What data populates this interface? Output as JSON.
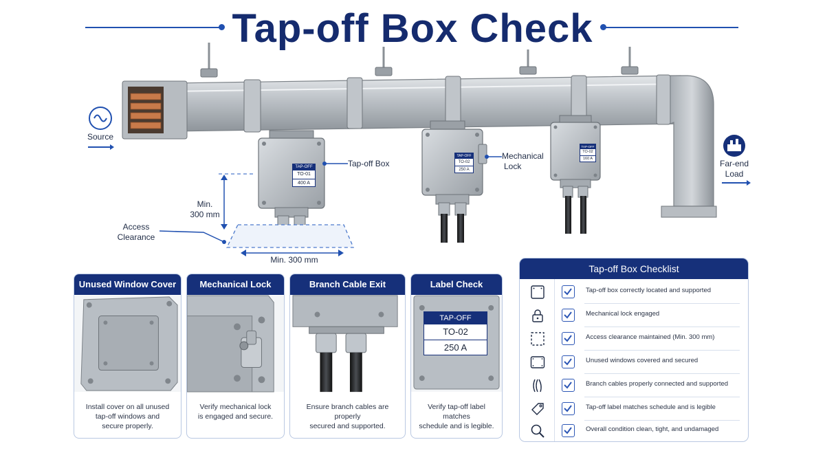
{
  "title": "Tap-off Box Check",
  "colors": {
    "navy": "#16307a",
    "accent": "#2050b0",
    "steel": "#aeb4bb",
    "copper": "#c87a4a"
  },
  "labels": {
    "source": "Source",
    "far_end": "Far-end",
    "far_end_2": "Load",
    "tapoff_box": "Tap-off Box",
    "mech_lock": "Mechanical",
    "mech_lock_2": "Lock",
    "min_vertical": "Min.",
    "min_vertical_2": "300 mm",
    "access": "Access",
    "access_2": "Clearance",
    "min_horizontal": "Min. 300 mm"
  },
  "tags": [
    {
      "head": "TAP-OFF",
      "id": "TO-01",
      "rating": "400 A"
    },
    {
      "head": "TAP-OFF",
      "id": "TO-02",
      "rating": "250 A"
    },
    {
      "head": "TAP-OFF",
      "id": "TO-02",
      "rating": "160 A"
    }
  ],
  "cards": [
    {
      "title": "Unused Window Cover",
      "line1": "Install cover on all unused",
      "line2": "tap-off windows and",
      "line3": "secure properly."
    },
    {
      "title": "Mechanical Lock",
      "line1": "Verify mechanical lock",
      "line2": "is engaged and secure.",
      "line3": ""
    },
    {
      "title": "Branch Cable Exit",
      "line1": "Ensure branch cables are properly",
      "line2": "secured and supported.",
      "line3": ""
    },
    {
      "title": "Label Check",
      "line1": "Verify tap-off label matches",
      "line2": "schedule and is legible.",
      "line3": ""
    }
  ],
  "label_card_tag": {
    "head": "TAP-OFF",
    "id": "TO-02",
    "rating": "250 A"
  },
  "checklist": {
    "title": "Tap-off Box Checklist",
    "items": [
      {
        "icon": "box-icon",
        "text": "Tap-off box correctly located and supported",
        "checked": true
      },
      {
        "icon": "lock-icon",
        "text": "Mechanical lock engaged",
        "checked": true
      },
      {
        "icon": "clearance-icon",
        "text": "Access clearance maintained (Min. 300 mm)",
        "checked": true
      },
      {
        "icon": "window-cover-icon",
        "text": "Unused windows covered and secured",
        "checked": true
      },
      {
        "icon": "cable-icon",
        "text": "Branch cables properly connected and supported",
        "checked": true
      },
      {
        "icon": "tag-icon",
        "text": "Tap-off label matches schedule and is legible",
        "checked": true
      },
      {
        "icon": "magnifier-icon",
        "text": "Overall condition clean, tight, and undamaged",
        "checked": true
      }
    ]
  }
}
